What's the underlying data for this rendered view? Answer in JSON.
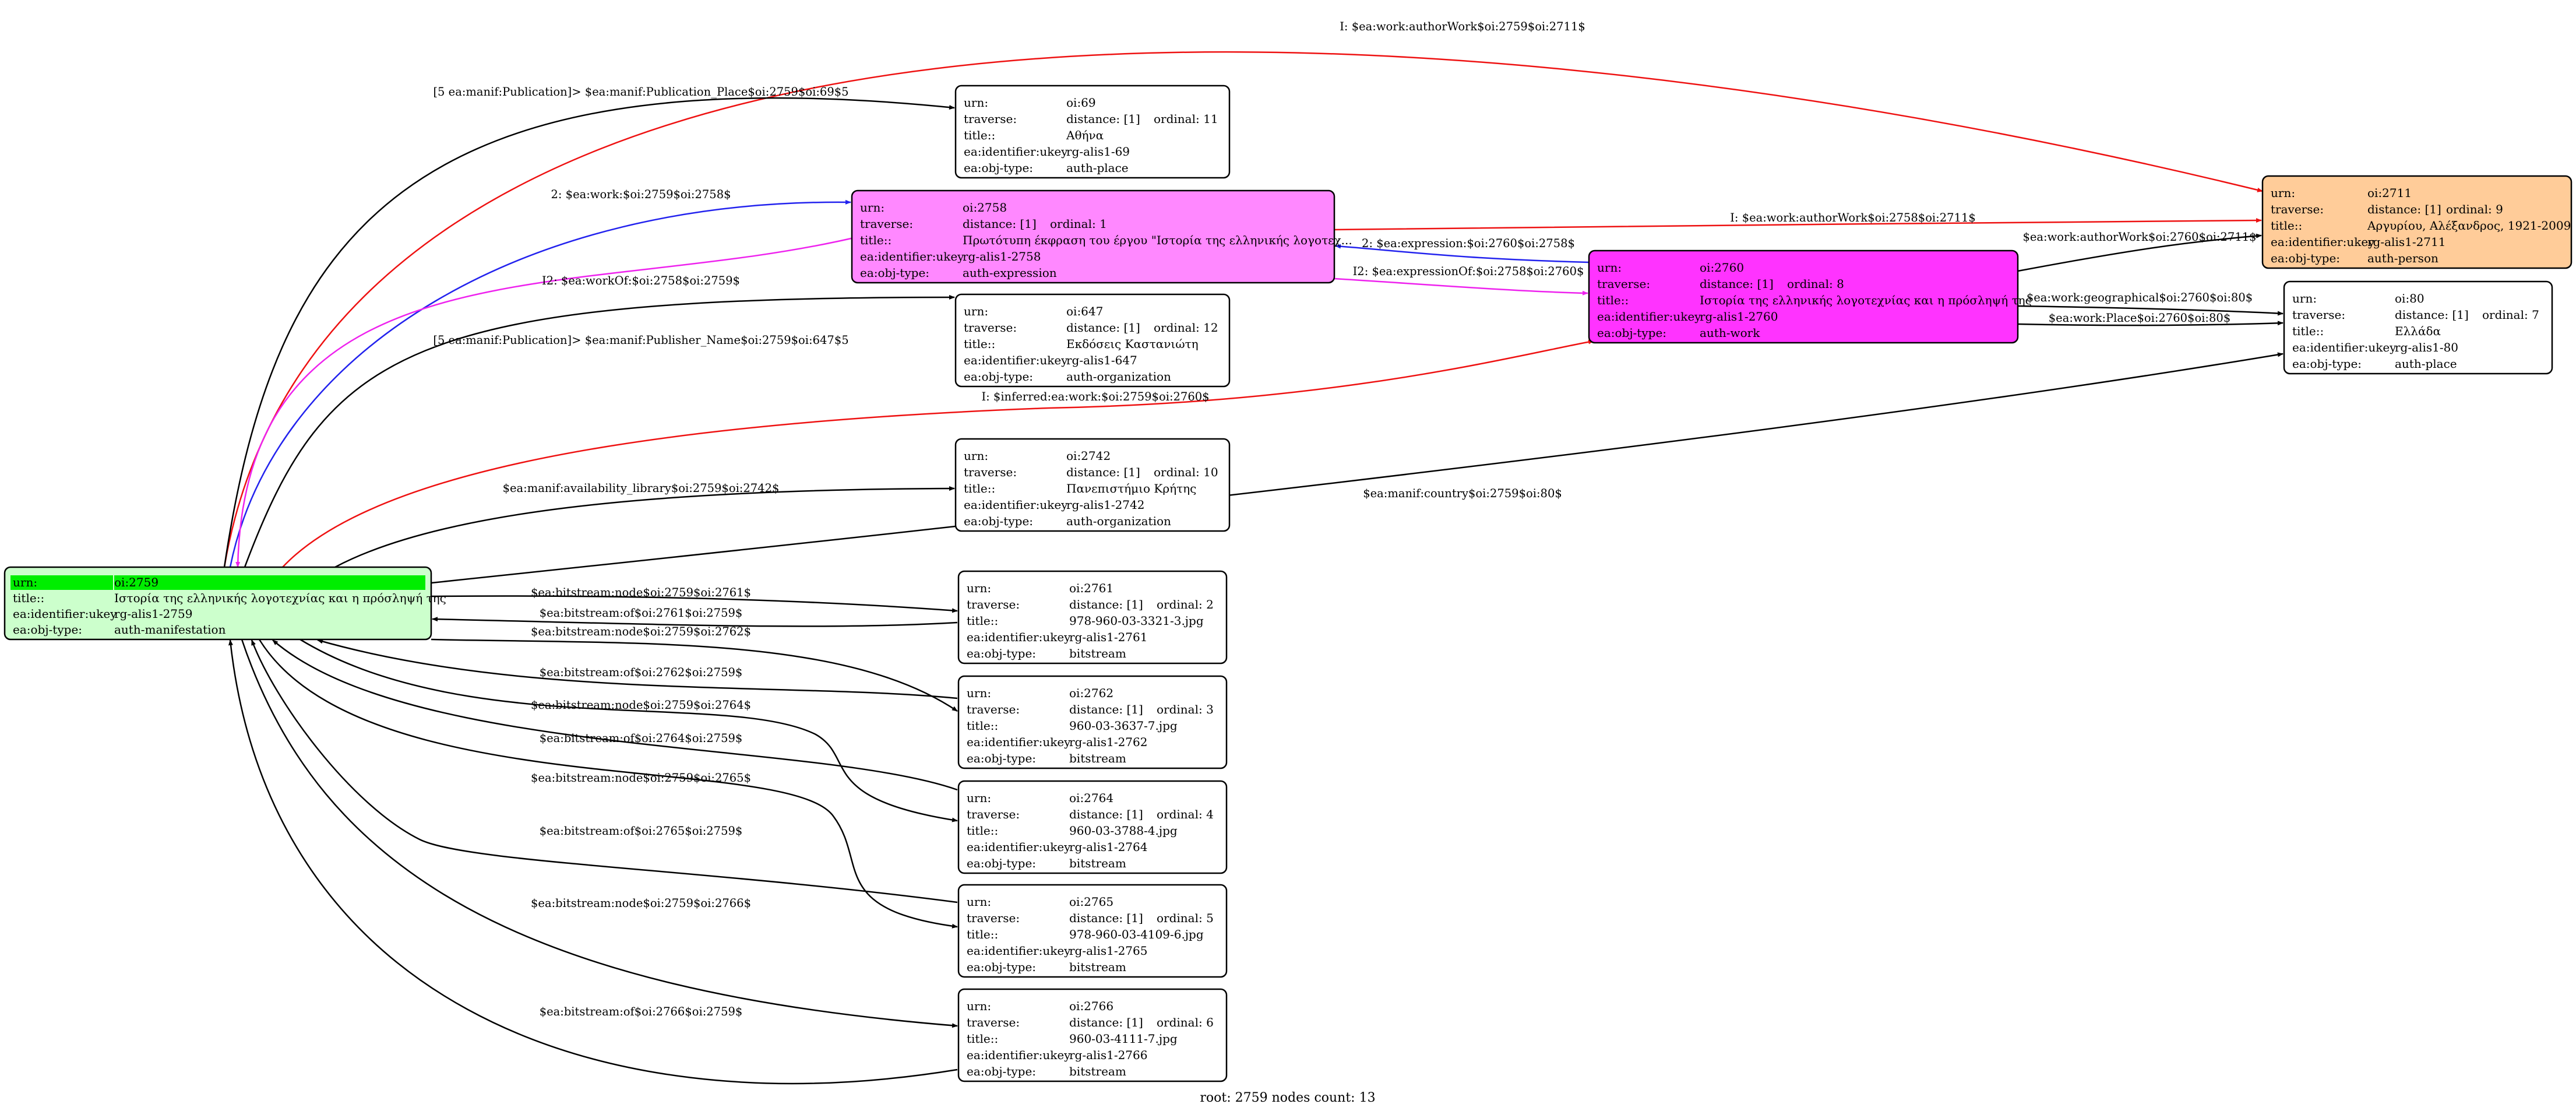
{
  "colors": {
    "black": "#000000",
    "red": "#ee1111",
    "blue": "#2222ee",
    "magenta": "#ee22ee",
    "root_fill": "#ccffcc",
    "root_header": "#00ee00",
    "expression_fill": "#ff88ff",
    "work_fill": "#ff33ff",
    "person_fill": "#ffcc99",
    "default_fill": "#ffffff"
  },
  "nodes": {
    "n2759": {
      "fill": "#ccffcc",
      "rows": [
        {
          "key": "urn:",
          "value": "oi:2759",
          "highlight": true
        },
        {
          "key": "title::",
          "value": "Ιστορία της ελληνικής λογοτεχνίας και η πρόσληψή της"
        },
        {
          "key": "ea:identifier:ukey",
          "value": "rg-alis1-2759"
        },
        {
          "key": "ea:obj-type:",
          "value": "auth-manifestation"
        }
      ]
    },
    "n69": {
      "fill": "#ffffff",
      "rows": [
        {
          "key": "urn:",
          "value": "oi:69"
        },
        {
          "key": "traverse:",
          "value": "distance: [1]",
          "extra": "ordinal: 11"
        },
        {
          "key": "title::",
          "value": "Αθήνα"
        },
        {
          "key": "ea:identifier:ukey",
          "value": "rg-alis1-69"
        },
        {
          "key": "ea:obj-type:",
          "value": "auth-place"
        }
      ]
    },
    "n2758": {
      "fill": "#ff88ff",
      "rows": [
        {
          "key": "urn:",
          "value": "oi:2758"
        },
        {
          "key": "traverse:",
          "value": "distance: [1]",
          "extra": "ordinal: 1"
        },
        {
          "key": "title::",
          "value": "Πρωτότυπη έκφραση του έργου \"Ιστορία της ελληνικής λογοτεχ..."
        },
        {
          "key": "ea:identifier:ukey",
          "value": "rg-alis1-2758"
        },
        {
          "key": "ea:obj-type:",
          "value": "auth-expression"
        }
      ]
    },
    "n647": {
      "fill": "#ffffff",
      "rows": [
        {
          "key": "urn:",
          "value": "oi:647"
        },
        {
          "key": "traverse:",
          "value": "distance: [1]",
          "extra": "ordinal: 12"
        },
        {
          "key": "title::",
          "value": "Εκδόσεις Καστανιώτη"
        },
        {
          "key": "ea:identifier:ukey",
          "value": "rg-alis1-647"
        },
        {
          "key": "ea:obj-type:",
          "value": "auth-organization"
        }
      ]
    },
    "n2742": {
      "fill": "#ffffff",
      "rows": [
        {
          "key": "urn:",
          "value": "oi:2742"
        },
        {
          "key": "traverse:",
          "value": "distance: [1]",
          "extra": "ordinal: 10"
        },
        {
          "key": "title::",
          "value": "Πανεπιστήμιο Κρήτης"
        },
        {
          "key": "ea:identifier:ukey",
          "value": "rg-alis1-2742"
        },
        {
          "key": "ea:obj-type:",
          "value": "auth-organization"
        }
      ]
    },
    "n2761": {
      "fill": "#ffffff",
      "rows": [
        {
          "key": "urn:",
          "value": "oi:2761"
        },
        {
          "key": "traverse:",
          "value": "distance: [1]",
          "extra": "ordinal: 2"
        },
        {
          "key": "title::",
          "value": "978-960-03-3321-3.jpg"
        },
        {
          "key": "ea:identifier:ukey",
          "value": "rg-alis1-2761"
        },
        {
          "key": "ea:obj-type:",
          "value": "bitstream"
        }
      ]
    },
    "n2762": {
      "fill": "#ffffff",
      "rows": [
        {
          "key": "urn:",
          "value": "oi:2762"
        },
        {
          "key": "traverse:",
          "value": "distance: [1]",
          "extra": "ordinal: 3"
        },
        {
          "key": "title::",
          "value": "960-03-3637-7.jpg"
        },
        {
          "key": "ea:identifier:ukey",
          "value": "rg-alis1-2762"
        },
        {
          "key": "ea:obj-type:",
          "value": "bitstream"
        }
      ]
    },
    "n2764": {
      "fill": "#ffffff",
      "rows": [
        {
          "key": "urn:",
          "value": "oi:2764"
        },
        {
          "key": "traverse:",
          "value": "distance: [1]",
          "extra": "ordinal: 4"
        },
        {
          "key": "title::",
          "value": "960-03-3788-4.jpg"
        },
        {
          "key": "ea:identifier:ukey",
          "value": "rg-alis1-2764"
        },
        {
          "key": "ea:obj-type:",
          "value": "bitstream"
        }
      ]
    },
    "n2765": {
      "fill": "#ffffff",
      "rows": [
        {
          "key": "urn:",
          "value": "oi:2765"
        },
        {
          "key": "traverse:",
          "value": "distance: [1]",
          "extra": "ordinal: 5"
        },
        {
          "key": "title::",
          "value": "978-960-03-4109-6.jpg"
        },
        {
          "key": "ea:identifier:ukey",
          "value": "rg-alis1-2765"
        },
        {
          "key": "ea:obj-type:",
          "value": "bitstream"
        }
      ]
    },
    "n2766": {
      "fill": "#ffffff",
      "rows": [
        {
          "key": "urn:",
          "value": "oi:2766"
        },
        {
          "key": "traverse:",
          "value": "distance: [1]",
          "extra": "ordinal: 6"
        },
        {
          "key": "title::",
          "value": "960-03-4111-7.jpg"
        },
        {
          "key": "ea:identifier:ukey",
          "value": "rg-alis1-2766"
        },
        {
          "key": "ea:obj-type:",
          "value": "bitstream"
        }
      ]
    },
    "n2760": {
      "fill": "#ff33ff",
      "rows": [
        {
          "key": "urn:",
          "value": "oi:2760"
        },
        {
          "key": "traverse:",
          "value": "distance: [1]",
          "extra": "ordinal: 8"
        },
        {
          "key": "title::",
          "value": "Ιστορία της ελληνικής λογοτεχνίας και η πρόσληψή της"
        },
        {
          "key": "ea:identifier:ukey",
          "value": "rg-alis1-2760"
        },
        {
          "key": "ea:obj-type:",
          "value": "auth-work"
        }
      ]
    },
    "n2711": {
      "fill": "#ffcc99",
      "rows": [
        {
          "key": "urn:",
          "value": "oi:2711"
        },
        {
          "key": "traverse:",
          "value": "distance: [1]",
          "extra": "ordinal: 9"
        },
        {
          "key": "title::",
          "value": "Αργυρίου, Αλέξανδρος, 1921-2009"
        },
        {
          "key": "ea:identifier:ukey",
          "value": "rg-alis1-2711"
        },
        {
          "key": "ea:obj-type:",
          "value": "auth-person"
        }
      ]
    },
    "n80": {
      "fill": "#ffffff",
      "rows": [
        {
          "key": "urn:",
          "value": "oi:80"
        },
        {
          "key": "traverse:",
          "value": "distance: [1]",
          "extra": "ordinal: 7"
        },
        {
          "key": "title::",
          "value": "Ελλάδα"
        },
        {
          "key": "ea:identifier:ukey",
          "value": "rg-alis1-80"
        },
        {
          "key": "ea:obj-type:",
          "value": "auth-place"
        }
      ]
    }
  },
  "edges": [
    {
      "id": "e_author_2759",
      "label": "I: $ea:work:authorWork$oi:2759$oi:2711$",
      "color": "#ee1111"
    },
    {
      "id": "e_pubplace",
      "label": "[5 ea:manif:Publication]> $ea:manif:Publication_Place$oi:2759$oi:69$5",
      "color": "#000000"
    },
    {
      "id": "e_work_2758",
      "label": "2: $ea:work:$oi:2759$oi:2758$",
      "color": "#2222ee"
    },
    {
      "id": "e_workof",
      "label": "I2: $ea:workOf:$oi:2758$oi:2759$",
      "color": "#ee22ee"
    },
    {
      "id": "e_publisher",
      "label": "[5 ea:manif:Publication]> $ea:manif:Publisher_Name$oi:2759$oi:647$5",
      "color": "#000000"
    },
    {
      "id": "e_inferred",
      "label": "I: $inferred:ea:work:$oi:2759$oi:2760$",
      "color": "#ee1111"
    },
    {
      "id": "e_library",
      "label": "$ea:manif:availability_library$oi:2759$oi:2742$",
      "color": "#000000"
    },
    {
      "id": "e_country",
      "label": "$ea:manif:country$oi:2759$oi:80$",
      "color": "#000000"
    },
    {
      "id": "e_author_2758",
      "label": "I: $ea:work:authorWork$oi:2758$oi:2711$",
      "color": "#ee1111"
    },
    {
      "id": "e_expression",
      "label": "2: $ea:expression:$oi:2760$oi:2758$",
      "color": "#2222ee"
    },
    {
      "id": "e_expressionof",
      "label": "I2: $ea:expressionOf:$oi:2758$oi:2760$",
      "color": "#ee22ee"
    },
    {
      "id": "e_author_2760",
      "label": "$ea:work:authorWork$oi:2760$oi:2711$",
      "color": "#000000"
    },
    {
      "id": "e_geo",
      "label": "$ea:work:geographical$oi:2760$oi:80$",
      "color": "#000000"
    },
    {
      "id": "e_place",
      "label": "$ea:work:Place$oi:2760$oi:80$",
      "color": "#000000"
    },
    {
      "id": "e_node_2761",
      "label": "$ea:bitstream:node$oi:2759$oi:2761$",
      "color": "#000000"
    },
    {
      "id": "e_of_2761",
      "label": "$ea:bitstream:of$oi:2761$oi:2759$",
      "color": "#000000"
    },
    {
      "id": "e_node_2762",
      "label": "$ea:bitstream:node$oi:2759$oi:2762$",
      "color": "#000000"
    },
    {
      "id": "e_of_2762",
      "label": "$ea:bitstream:of$oi:2762$oi:2759$",
      "color": "#000000"
    },
    {
      "id": "e_node_2764",
      "label": "$ea:bitstream:node$oi:2759$oi:2764$",
      "color": "#000000"
    },
    {
      "id": "e_of_2764",
      "label": "$ea:bitstream:of$oi:2764$oi:2759$",
      "color": "#000000"
    },
    {
      "id": "e_node_2765",
      "label": "$ea:bitstream:node$oi:2759$oi:2765$",
      "color": "#000000"
    },
    {
      "id": "e_of_2765",
      "label": "$ea:bitstream:of$oi:2765$oi:2759$",
      "color": "#000000"
    },
    {
      "id": "e_node_2766",
      "label": "$ea:bitstream:node$oi:2759$oi:2766$",
      "color": "#000000"
    },
    {
      "id": "e_of_2766",
      "label": "$ea:bitstream:of$oi:2766$oi:2759$",
      "color": "#000000"
    }
  ],
  "footer": "root: 2759 nodes count: 13"
}
